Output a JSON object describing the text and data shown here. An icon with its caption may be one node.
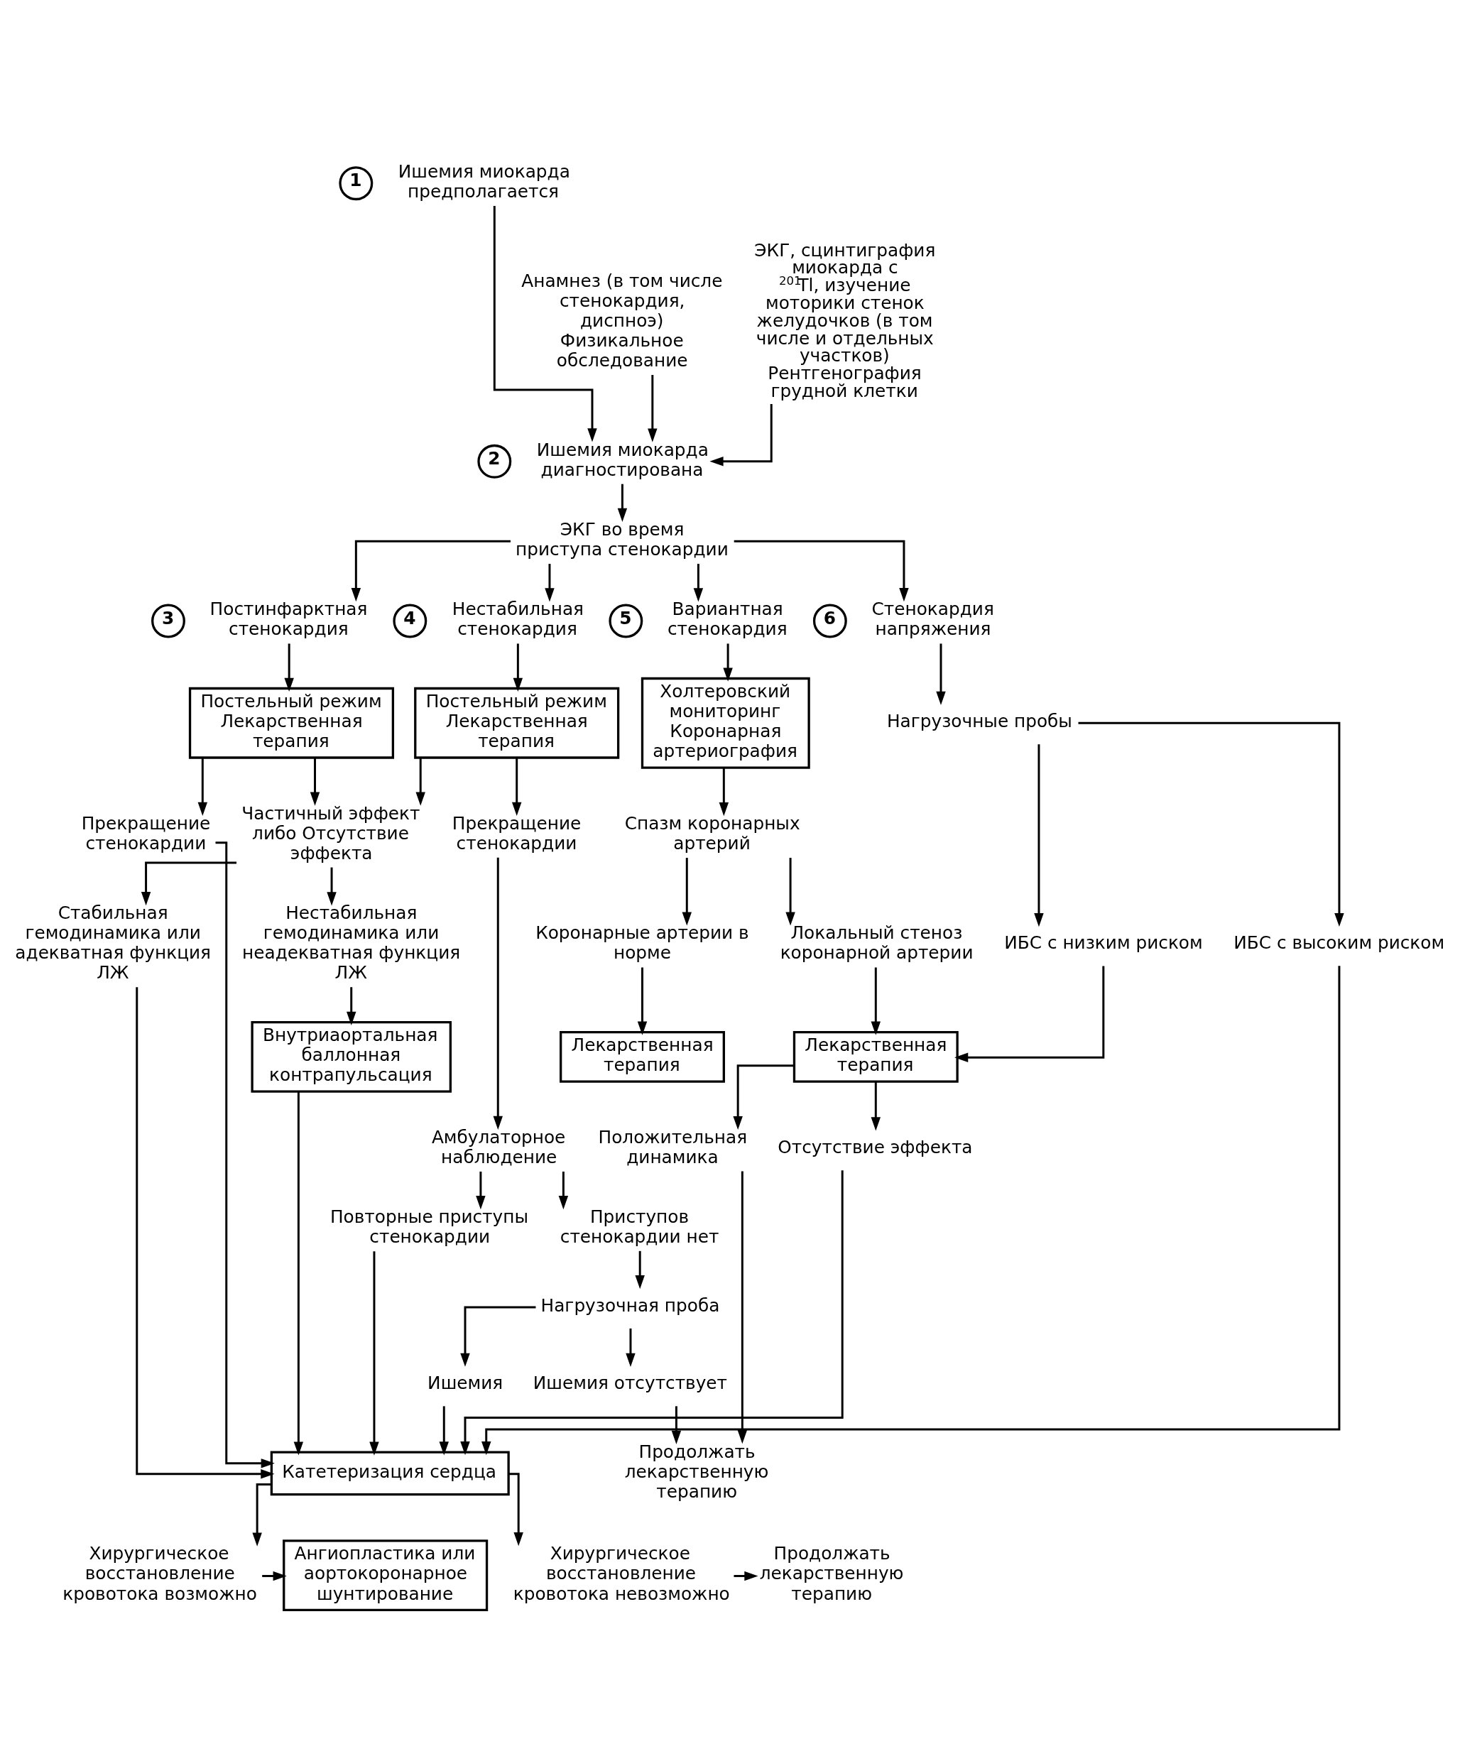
{
  "diagram": {
    "nodes": [
      {
        "text": [
          "1"
        ]
      },
      {
        "text": [
          "Ишемия миокарда предполагается"
        ]
      },
      {
        "text": [
          "Анамнез (в том числе стенокардия, диспноэ)",
          "Физикальное обследование"
        ]
      },
      {
        "text": [
          "ЭКГ, сцинтиграфия миокарда с $^{201}$Tl, изучение моторики стенок желудочков (в том числе и отдельных участков)",
          "Рентгенография грудной клетки"
        ]
      },
      {
        "text": [
          "2"
        ]
      },
      {
        "text": [
          "Ишемия миокарда диагностирована"
        ]
      },
      {
        "text": [
          "ЭКГ во время приступа стенокардии"
        ]
      },
      {
        "text": [
          "3"
        ]
      },
      {
        "text": [
          "Постинфарктная стенокардия"
        ]
      },
      {
        "text": [
          "4"
        ]
      },
      {
        "text": [
          "Нестабильная стенокардия"
        ]
      },
      {
        "text": [
          "5"
        ]
      },
      {
        "text": [
          "Вариантная стенокардия"
        ]
      },
      {
        "text": [
          "6"
        ]
      },
      {
        "text": [
          "Стенокардия напряжения"
        ]
      },
      {
        "text": [
          "Постельный режим",
          "Лекарственная терапия"
        ]
      },
      {
        "text": [
          "Прекращение стенокардии"
        ]
      },
      {
        "text": [
          "Частичный эффект либо Отсутствие эффекта"
        ]
      },
      {
        "text": [
          "Постельный режим",
          "Лекарственная терапия"
        ]
      },
      {
        "text": [
          "Прекращение стенокардии"
        ]
      },
      {
        "text": [
          "Стабильная гемодинамика или адекватная функция ЛЖ"
        ]
      },
      {
        "text": [
          "Нестабильная гемодинамика или неадекватная функция ЛЖ"
        ]
      },
      {
        "text": [
          "Внутриаортальная баллонная контрапульсация"
        ]
      },
      {
        "text": [
          "Амбулаторное наблюдение"
        ]
      },
      {
        "text": [
          "Повторные приступы стенокардии"
        ]
      },
      {
        "text": [
          "Приступов стенокардии нет"
        ]
      },
      {
        "text": [
          "Нагрузочная проба"
        ]
      },
      {
        "text": [
          "Ишемия"
        ]
      },
      {
        "text": [
          "Ишемия отсутствует"
        ]
      },
      {
        "text": [
          "Продолжать лекарственную терапию"
        ]
      },
      {
        "text": [
          "Холтеровский мониторинг",
          "Коронарная артериография"
        ]
      },
      {
        "text": [
          "Спазм коронарных артерий"
        ]
      },
      {
        "text": [
          "Коронарные артерии в норме"
        ]
      },
      {
        "text": [
          "Локальный стеноз коронарной артерии"
        ]
      },
      {
        "text": [
          "Лекарственная терапия"
        ]
      },
      {
        "text": [
          "Нагрузочные пробы"
        ]
      },
      {
        "text": [
          "ИБС с низким риском"
        ]
      },
      {
        "text": [
          "ИБС с высоким риском"
        ]
      },
      {
        "text": [
          "Лекарственная терапия"
        ]
      },
      {
        "text": [
          "Положительная динамика"
        ]
      },
      {
        "text": [
          "Отсутствие эффекта"
        ]
      },
      {
        "text": [
          "Катетеризация сердца"
        ]
      },
      {
        "text": [
          "Хирургическое восстановление кровотока возможно"
        ]
      },
      {
        "text": [
          "Хирургическое восстановление кровотока невозможно"
        ]
      },
      {
        "text": [
          "Ангиопластика или аортокоронарное шунтирование"
        ]
      },
      {
        "text": [
          "Продолжать лекарственную терапию"
        ]
      }
    ],
    "edges": [
      {
        "from": 1,
        "to": 5,
        "arrow": "to"
      },
      {
        "from": 2,
        "to": 5,
        "arrow": "to"
      },
      {
        "from": 3,
        "to": 5,
        "arrow": "to"
      },
      {
        "from": 5,
        "to": 6,
        "arrow": "to"
      },
      {
        "from": 6,
        "to": 8,
        "arrow": "to"
      },
      {
        "from": 6,
        "to": 10,
        "arrow": "to"
      },
      {
        "from": 6,
        "to": 12,
        "arrow": "to"
      },
      {
        "from": 6,
        "to": 14,
        "arrow": "to"
      },
      {
        "from": 8,
        "to": 15,
        "arrow": "to"
      },
      {
        "from": 10,
        "to": 18,
        "arrow": "to"
      },
      {
        "from": 15,
        "to": 16,
        "arrow": "to"
      },
      {
        "from": 15,
        "to": 17,
        "arrow": "to"
      },
      {
        "from": 18,
        "to": 17,
        "arrow": "to"
      },
      {
        "from": 18,
        "to": 19,
        "arrow": "to"
      },
      {
        "from": 17,
        "to": 20,
        "arrow": "to"
      },
      {
        "from": 17,
        "to": 21,
        "arrow": "to"
      },
      {
        "from": 21,
        "to": 22,
        "arrow": "to"
      },
      {
        "from": 19,
        "to": 23,
        "arrow": "to"
      },
      {
        "from": 23,
        "to": 24,
        "arrow": "to"
      },
      {
        "from": 23,
        "to": 25,
        "arrow": "to"
      },
      {
        "from": 25,
        "to": 26,
        "arrow": "to"
      },
      {
        "from": 26,
        "to": 27,
        "arrow": "to"
      },
      {
        "from": 26,
        "to": 28,
        "arrow": "to"
      },
      {
        "from": 28,
        "to": 29,
        "arrow": "to"
      },
      {
        "from": 39,
        "to": 29,
        "arrow": "to"
      },
      {
        "from": 12,
        "to": 30,
        "arrow": "to"
      },
      {
        "from": 30,
        "to": 31,
        "arrow": "to"
      },
      {
        "from": 31,
        "to": 32,
        "arrow": "to"
      },
      {
        "from": 31,
        "to": 33,
        "arrow": "to"
      },
      {
        "from": 32,
        "to": 34,
        "arrow": "to"
      },
      {
        "from": 14,
        "to": 35,
        "arrow": "to"
      },
      {
        "from": 35,
        "to": 36,
        "arrow": "to"
      },
      {
        "from": 35,
        "to": 37,
        "arrow": "to"
      },
      {
        "from": 33,
        "to": 38,
        "arrow": "to"
      },
      {
        "from": 36,
        "to": 38,
        "arrow": "to"
      },
      {
        "from": 38,
        "to": 39,
        "arrow": "to"
      },
      {
        "from": 38,
        "to": 40,
        "arrow": "to"
      },
      {
        "from": 16,
        "to": 41,
        "arrow": "to"
      },
      {
        "from": 20,
        "to": 41,
        "arrow": "to"
      },
      {
        "from": 22,
        "to": 41,
        "arrow": "to"
      },
      {
        "from": 24,
        "to": 41,
        "arrow": "to"
      },
      {
        "from": 27,
        "to": 41,
        "arrow": "to"
      },
      {
        "from": 37,
        "to": 41,
        "arrow": "to"
      },
      {
        "from": 40,
        "to": 41,
        "arrow": "to"
      },
      {
        "from": 41,
        "to": 42,
        "arrow": "to"
      },
      {
        "from": 41,
        "to": 43,
        "arrow": "to"
      },
      {
        "from": 42,
        "to": 44,
        "arrow": "to"
      },
      {
        "from": 43,
        "to": 45,
        "arrow": "to"
      }
    ]
  }
}
